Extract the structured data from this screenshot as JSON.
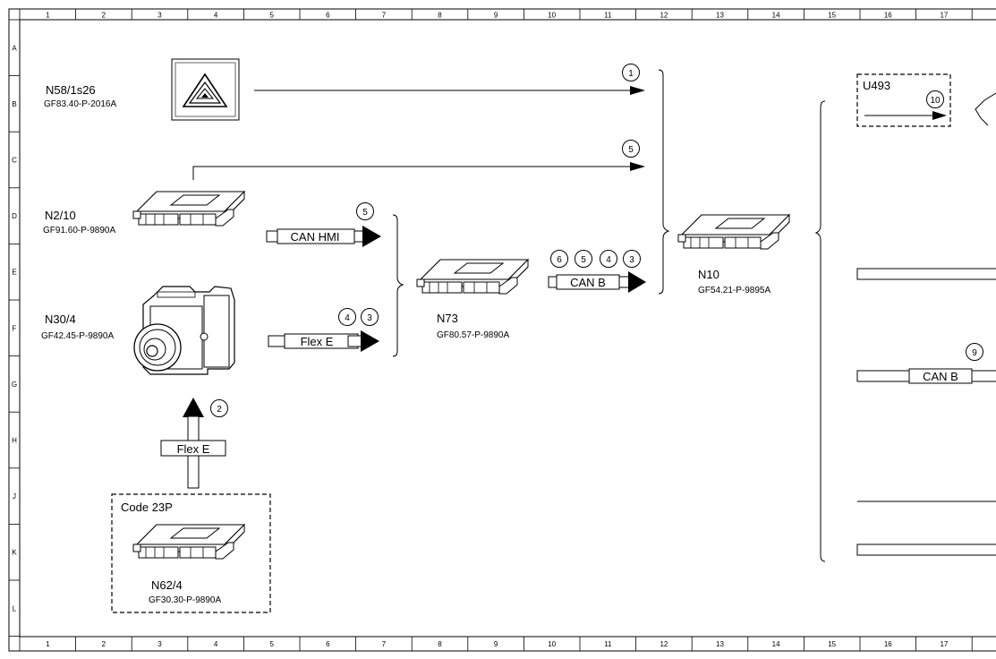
{
  "grid": {
    "columns": [
      "1",
      "2",
      "3",
      "4",
      "5",
      "6",
      "7",
      "8",
      "9",
      "10",
      "11",
      "12",
      "13",
      "14",
      "15",
      "16",
      "17"
    ],
    "rows": [
      "A",
      "B",
      "C",
      "D",
      "E",
      "F",
      "G",
      "H",
      "J",
      "K",
      "L"
    ]
  },
  "components": {
    "n58": {
      "name": "N58/1s26",
      "ref": "GF83.40-P-2016A"
    },
    "n2": {
      "name": "N2/10",
      "ref": "GF91.60-P-9890A"
    },
    "n30": {
      "name": "N30/4",
      "ref": "GF42.45-P-9890A"
    },
    "n73": {
      "name": "N73",
      "ref": "GF80.57-P-9890A"
    },
    "n10": {
      "name": "N10",
      "ref": "GF54.21-P-9895A"
    },
    "n62": {
      "name": "N62/4",
      "ref": "GF30.30-P-9890A",
      "option_label": "Code 23P"
    },
    "u493": {
      "name": "U493"
    }
  },
  "buses": {
    "can_hmi": "CAN HMI",
    "flex_e_right": "Flex E",
    "flex_e_up": "Flex E",
    "can_b_mid": "CAN B",
    "can_b_right": "CAN B"
  },
  "markers": {
    "m1": "1",
    "m5_top": "5",
    "m5_canhmi": "5",
    "m4_flex": "4",
    "m3_flex": "3",
    "m2": "2",
    "m6_canb": "6",
    "m5_canb": "5",
    "m4_canb": "4",
    "m3_canb": "3",
    "m9": "9",
    "m10": "10"
  }
}
